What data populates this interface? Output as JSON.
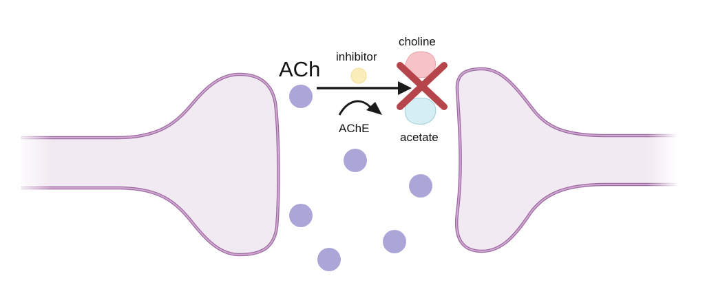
{
  "labels": {
    "ach": "ACh",
    "inhibitor": "inhibitor",
    "ache": "AChE",
    "choline": "choline",
    "acetate": "acetate"
  },
  "colors": {
    "membrane": "#b98bbd",
    "membrane_dark": "#8e5a92",
    "cytoplasm": "#f2eaf2",
    "ach_vesicle": "#aba5d8",
    "inhibitor": "#fbeeb9",
    "choline": "#f5c3c8",
    "acetate": "#d5eef3",
    "cross": "#b5454a",
    "arrow": "#1a1a1a"
  }
}
